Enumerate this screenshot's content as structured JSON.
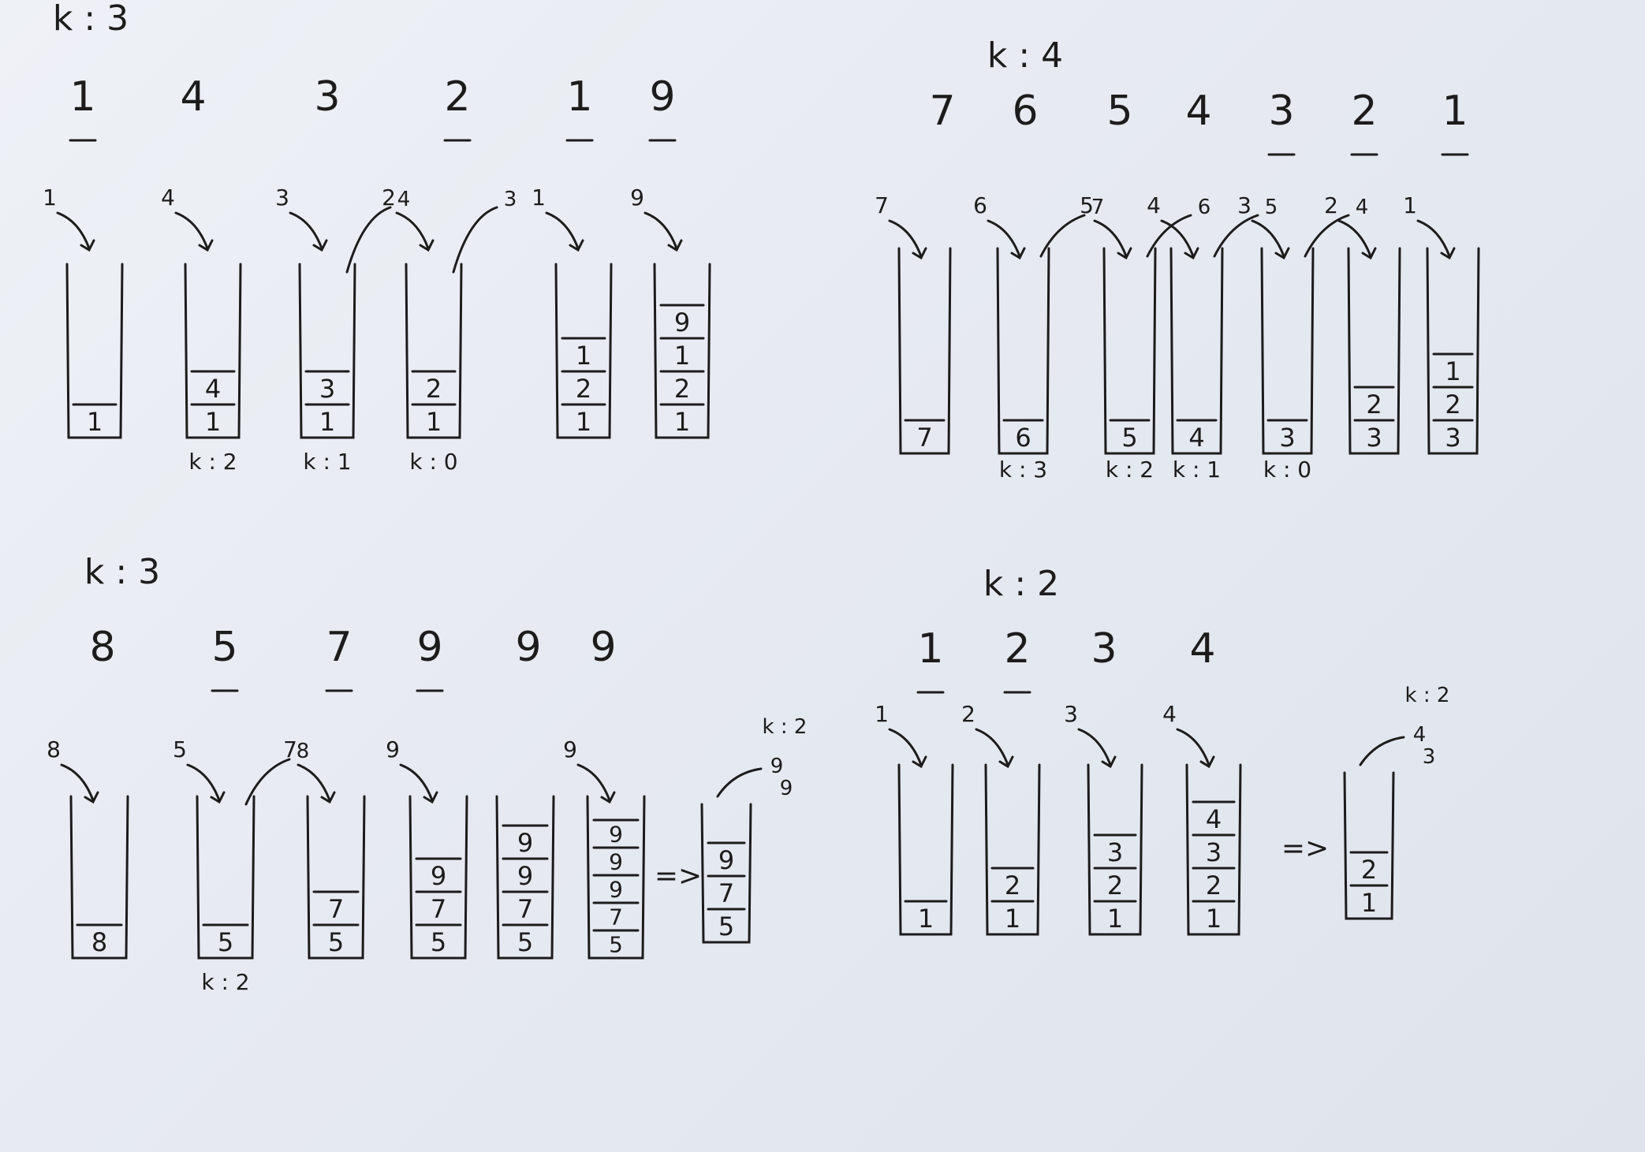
{
  "panels": [
    {
      "id": "top-left",
      "k_label": "k : 3",
      "sequence": [
        "1",
        "4",
        "3",
        "2",
        "1",
        "9"
      ],
      "underlined": [
        true,
        false,
        false,
        true,
        true,
        true
      ],
      "steps": [
        {
          "incoming": [
            "1"
          ],
          "stack": [
            "1"
          ],
          "k_label": ""
        },
        {
          "incoming": [
            "4"
          ],
          "stack": [
            "1",
            "4"
          ],
          "k_label": "k : 2"
        },
        {
          "incoming": [
            "3",
            "4"
          ],
          "stack": [
            "1",
            "3"
          ],
          "k_label": "k : 1"
        },
        {
          "incoming": [
            "2",
            "3"
          ],
          "stack": [
            "1",
            "2"
          ],
          "k_label": "k : 0"
        },
        {
          "incoming": [
            "1"
          ],
          "stack": [
            "1",
            "2",
            "1"
          ],
          "k_label": ""
        },
        {
          "incoming": [
            "9"
          ],
          "stack": [
            "1",
            "2",
            "1",
            "9"
          ],
          "k_label": ""
        }
      ]
    },
    {
      "id": "top-right",
      "k_label": "k : 4",
      "sequence": [
        "7",
        "6",
        "5",
        "4",
        "3",
        "2",
        "1"
      ],
      "underlined": [
        false,
        false,
        false,
        false,
        true,
        true,
        true
      ],
      "steps": [
        {
          "incoming": [
            "7"
          ],
          "stack": [
            "7"
          ],
          "k_label": ""
        },
        {
          "incoming": [
            "6",
            "7"
          ],
          "stack": [
            "6"
          ],
          "k_label": "k : 3"
        },
        {
          "incoming": [
            "5",
            "6"
          ],
          "stack": [
            "5"
          ],
          "k_label": "k : 2"
        },
        {
          "incoming": [
            "4",
            "5"
          ],
          "stack": [
            "4"
          ],
          "k_label": "k : 1"
        },
        {
          "incoming": [
            "3",
            "4"
          ],
          "stack": [
            "3"
          ],
          "k_label": "k : 0"
        },
        {
          "incoming": [
            "2"
          ],
          "stack": [
            "3",
            "2"
          ],
          "k_label": ""
        },
        {
          "incoming": [
            "1"
          ],
          "stack": [
            "3",
            "2",
            "1"
          ],
          "k_label": ""
        }
      ]
    },
    {
      "id": "bottom-left",
      "k_label": "k : 3",
      "sequence": [
        "8",
        "5",
        "7",
        "9",
        "9",
        "9"
      ],
      "underlined": [
        false,
        true,
        true,
        true,
        false,
        false
      ],
      "steps": [
        {
          "incoming": [
            "8"
          ],
          "stack": [
            "8"
          ],
          "k_label": ""
        },
        {
          "incoming": [
            "5",
            "8"
          ],
          "stack": [
            "5"
          ],
          "k_label": "k : 2"
        },
        {
          "incoming": [
            "7"
          ],
          "stack": [
            "5",
            "7"
          ],
          "k_label": ""
        },
        {
          "incoming": [
            "9"
          ],
          "stack": [
            "5",
            "7",
            "9"
          ],
          "k_label": ""
        },
        {
          "incoming": [],
          "stack": [
            "5",
            "7",
            "9",
            "9"
          ],
          "k_label": ""
        },
        {
          "incoming": [
            "9"
          ],
          "stack": [
            "5",
            "7",
            "9",
            "9",
            "9"
          ],
          "k_label": ""
        }
      ],
      "result": {
        "arrow": "=>",
        "stack": [
          "5",
          "7",
          "9"
        ],
        "popped": [
          "9",
          "9"
        ],
        "k_label": "k : 2"
      }
    },
    {
      "id": "bottom-right",
      "k_label": "k : 2",
      "sequence": [
        "1",
        "2",
        "3",
        "4"
      ],
      "underlined": [
        true,
        true,
        false,
        false
      ],
      "steps": [
        {
          "incoming": [
            "1"
          ],
          "stack": [
            "1"
          ],
          "k_label": ""
        },
        {
          "incoming": [
            "2"
          ],
          "stack": [
            "1",
            "2"
          ],
          "k_label": ""
        },
        {
          "incoming": [
            "3"
          ],
          "stack": [
            "1",
            "2",
            "3"
          ],
          "k_label": ""
        },
        {
          "incoming": [
            "4"
          ],
          "stack": [
            "1",
            "2",
            "3",
            "4"
          ],
          "k_label": ""
        }
      ],
      "result": {
        "arrow": "=>",
        "stack": [
          "1",
          "2"
        ],
        "popped": [
          "4",
          "3"
        ],
        "k_label": "k : 2"
      }
    }
  ]
}
